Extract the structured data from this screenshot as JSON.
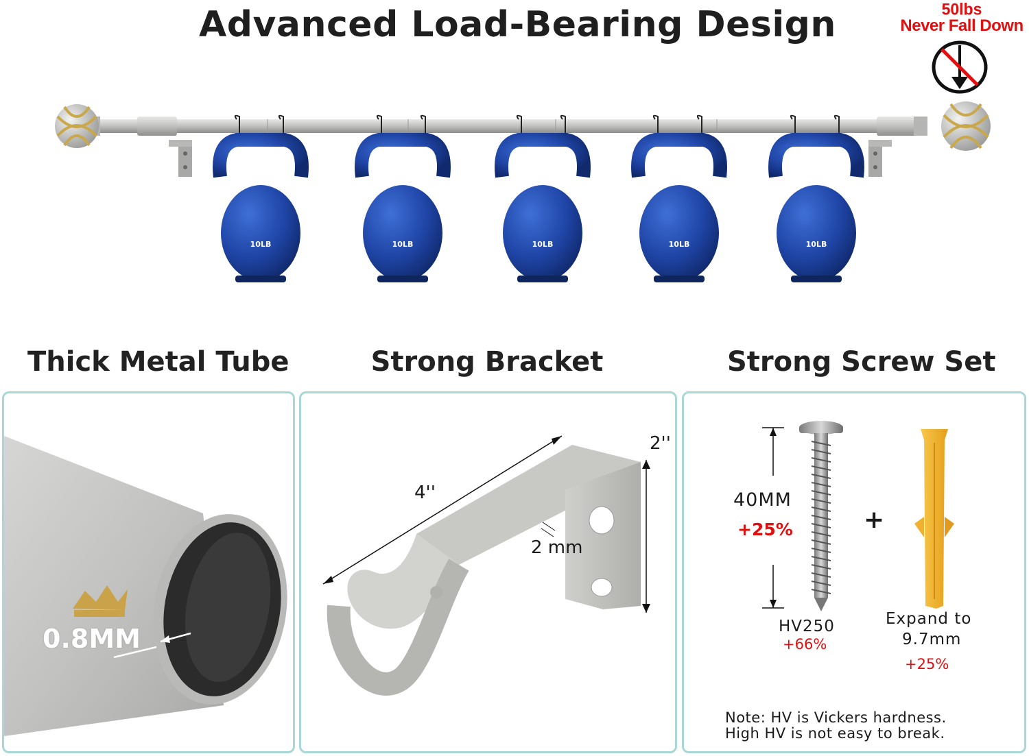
{
  "header": {
    "title": "Advanced Load-Bearing Design",
    "badge_weight": "50lbs",
    "badge_text": "Never Fall Down"
  },
  "hero": {
    "weight_label": "10LB",
    "kettlebell_count": 5,
    "colors": {
      "kettlebell": "#1f45a6",
      "rod": "#b9b9b8",
      "finial_gold": "#c9a84c"
    }
  },
  "sections": {
    "tube": {
      "title": "Thick Metal Tube",
      "thickness": "0.8MM"
    },
    "bracket": {
      "title": "Strong Bracket",
      "length": "4''",
      "height": "2''",
      "thickness": "2 mm"
    },
    "screws": {
      "title": "Strong Screw Set",
      "screw_length": "40MM",
      "screw_length_gain": "+25%",
      "hardness": "HV250",
      "hardness_gain": "+66%",
      "plus": "+",
      "anchor_line1": "Expand to",
      "anchor_line2": "9.7mm",
      "anchor_gain": "+25%",
      "note_line1": "Note: HV is Vickers hardness.",
      "note_line2": "High HV is not easy to break."
    }
  },
  "colors": {
    "accent_red": "#e01010",
    "panel_border": "#a8d7d6",
    "anchor_yellow": "#f4b52a",
    "crown_gold": "#c9a24a"
  }
}
